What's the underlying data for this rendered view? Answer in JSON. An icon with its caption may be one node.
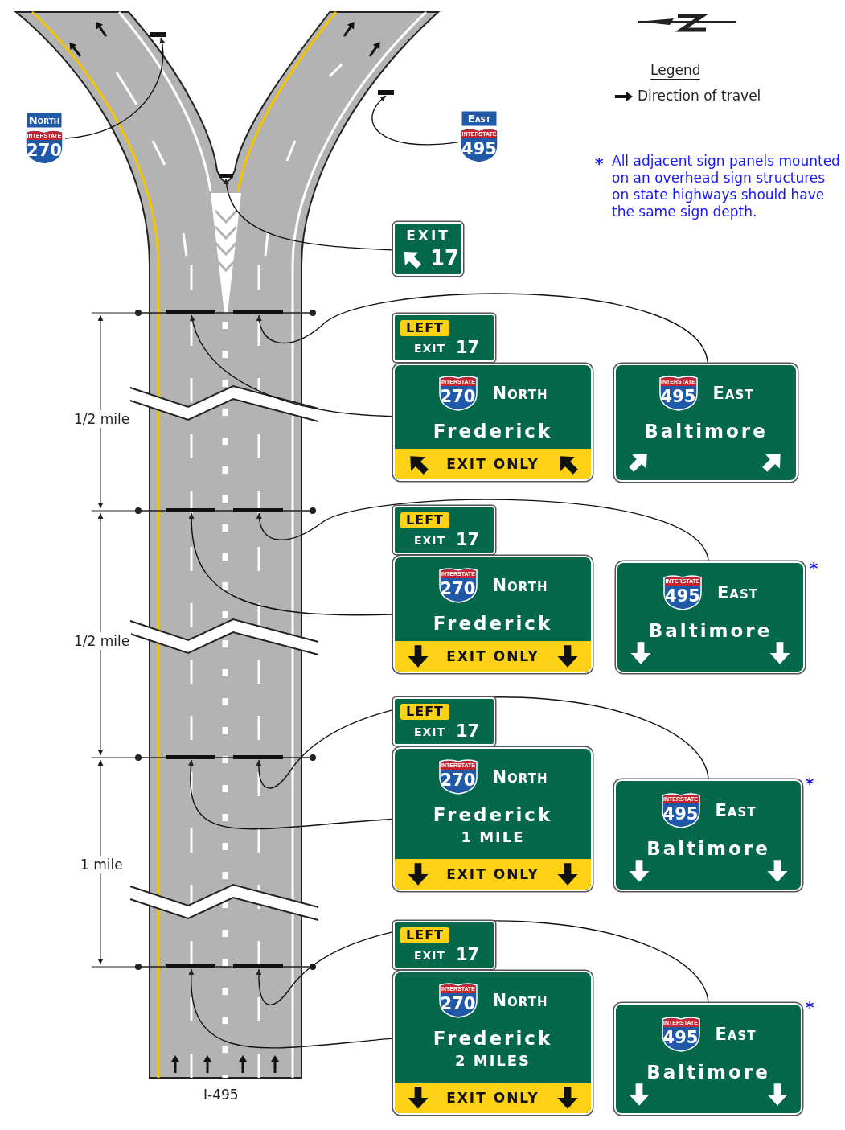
{
  "diagram": {
    "nodes": [
      {
        "text": [
          "North",
          "INTERSTATE",
          "270"
        ]
      },
      {
        "text": [],
        "shape": "bar"
      },
      {
        "text": [
          "East",
          "INTERSTATE",
          "495"
        ]
      },
      {
        "text": [],
        "shape": "bar"
      },
      {
        "text": [],
        "shape": "bar"
      },
      {
        "text": [
          "EXIT",
          "17"
        ]
      },
      {
        "text": [],
        "shape": "bar"
      },
      {
        "text": [],
        "shape": "bar"
      },
      {
        "text": [
          "LEFT",
          "EXIT",
          "17"
        ]
      },
      {
        "text": [
          "North",
          "Frederick",
          "EXIT ONLY"
        ]
      },
      {
        "text": [
          "INTERSTATE",
          "270"
        ],
        "in": 9
      },
      {
        "text": [
          "East",
          "Baltimore"
        ]
      },
      {
        "text": [
          "INTERSTATE",
          "495"
        ],
        "in": 11
      },
      {
        "text": [],
        "shape": "bar"
      },
      {
        "text": [],
        "shape": "bar"
      },
      {
        "text": [
          "LEFT",
          "EXIT",
          "17"
        ]
      },
      {
        "text": [
          "North",
          "Frederick",
          "EXIT ONLY"
        ]
      },
      {
        "text": [
          "INTERSTATE",
          "270"
        ],
        "in": 16
      },
      {
        "text": [
          "East",
          "Baltimore"
        ]
      },
      {
        "text": [
          "INTERSTATE",
          "495"
        ],
        "in": 18
      },
      {
        "text": [],
        "shape": "bar"
      },
      {
        "text": [],
        "shape": "bar"
      },
      {
        "text": [
          "LEFT",
          "EXIT",
          "17"
        ]
      },
      {
        "text": [
          "North",
          "Frederick",
          "1 MILE",
          "EXIT ONLY"
        ]
      },
      {
        "text": [
          "INTERSTATE",
          "270"
        ],
        "in": 23
      },
      {
        "text": [
          "East",
          "Baltimore"
        ]
      },
      {
        "text": [
          "INTERSTATE",
          "495"
        ],
        "in": 25
      },
      {
        "text": [],
        "shape": "bar"
      },
      {
        "text": [],
        "shape": "bar"
      },
      {
        "text": [
          "LEFT",
          "EXIT",
          "17"
        ]
      },
      {
        "text": [
          "North",
          "Frederick",
          "2 MILES",
          "EXIT ONLY"
        ]
      },
      {
        "text": [
          "INTERSTATE",
          "270"
        ],
        "in": 30
      },
      {
        "text": [
          "East",
          "Baltimore"
        ]
      },
      {
        "text": [
          "INTERSTATE",
          "495"
        ],
        "in": 32
      }
    ],
    "edges": [
      {
        "from": 0,
        "to": 1,
        "arrow": "to"
      },
      {
        "from": 2,
        "to": 3,
        "arrow": "to"
      },
      {
        "from": 5,
        "to": 4,
        "arrow": "to"
      },
      {
        "from": 9,
        "to": 6,
        "arrow": "to"
      },
      {
        "from": 11,
        "to": 7,
        "arrow": "to"
      },
      {
        "from": 16,
        "to": 13,
        "arrow": "to"
      },
      {
        "from": 18,
        "to": 14,
        "arrow": "to"
      },
      {
        "from": 23,
        "to": 20,
        "arrow": "to"
      },
      {
        "from": 25,
        "to": 21,
        "arrow": "to"
      },
      {
        "from": 30,
        "to": 27,
        "arrow": "to"
      },
      {
        "from": 32,
        "to": 28,
        "arrow": "to"
      }
    ],
    "labels": [
      "Legend",
      "*",
      "All adjacent sign panels mounted on an overhead sign structures on state highways should have the same sign depth.",
      "1/2 mile",
      "*",
      "1/2 mile",
      "*",
      "1 mile",
      "*",
      "I-495"
    ],
    "legend": [
      {
        "text": "Direction of travel"
      }
    ]
  }
}
